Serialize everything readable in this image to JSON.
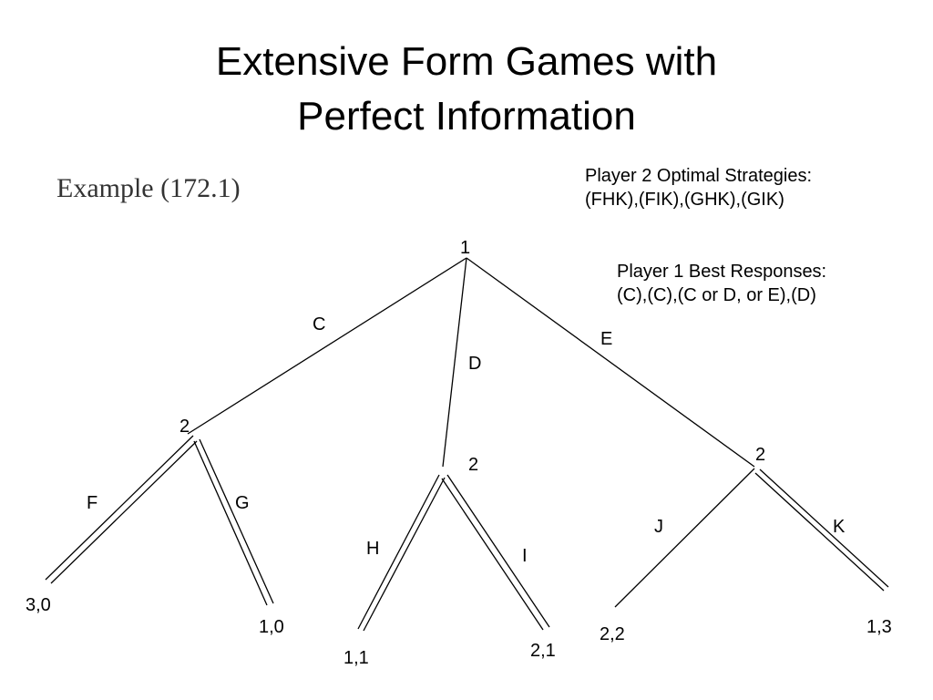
{
  "slide": {
    "title_line1": "Extensive Form Games with",
    "title_line2": "Perfect Information",
    "subtitle": "Example (172.1)"
  },
  "notes": {
    "p2_heading": "Player 2 Optimal Strategies:",
    "p2_list": "(FHK),(FIK),(GHK),(GIK)",
    "p1_heading": "Player 1 Best Responses:",
    "p1_list": "(C),(C),(C or D, or E),(D)"
  },
  "tree": {
    "root_player": "1",
    "node_c_player": "2",
    "node_d_player": "2",
    "node_e_player": "2",
    "action_c": "C",
    "action_d": "D",
    "action_e": "E",
    "action_f": "F",
    "action_g": "G",
    "action_h": "H",
    "action_i": "I",
    "action_j": "J",
    "action_k": "K",
    "payoff_f": "3,0",
    "payoff_g": "1,0",
    "payoff_h": "1,1",
    "payoff_i": "2,1",
    "payoff_j": "2,2",
    "payoff_k": "1,3"
  }
}
